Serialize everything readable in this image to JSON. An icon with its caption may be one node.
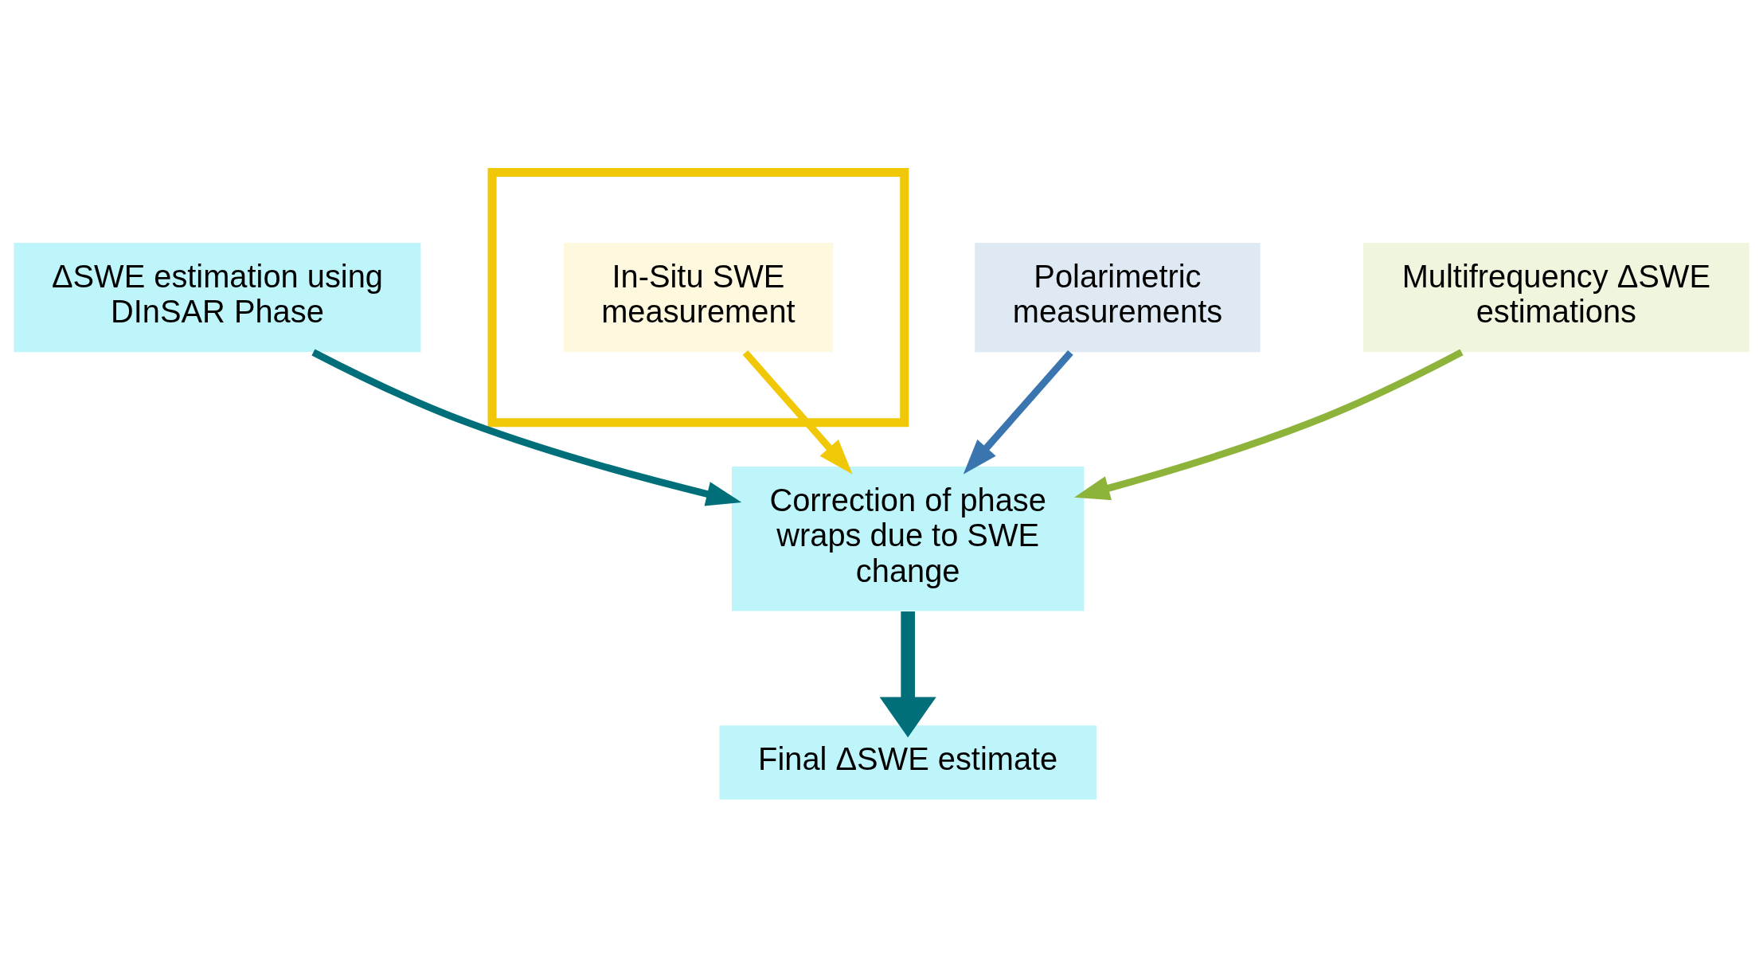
{
  "diagram": {
    "nodes": [
      {
        "text": [
          "ΔSWE estimation using DInSAR Phase"
        ]
      },
      {
        "text": [],
        "shape": "box"
      },
      {
        "text": [
          "In-Situ SWE measurement"
        ],
        "in": 1
      },
      {
        "text": [
          "Polarimetric measurements"
        ]
      },
      {
        "text": [
          "Correction of phase wraps due to SWE change"
        ]
      },
      {
        "text": [
          "Multifrequency ΔSWE estimations"
        ]
      },
      {
        "text": [
          "Final ΔSWE estimate"
        ]
      }
    ],
    "edges": [
      {
        "from": 0,
        "to": 4,
        "arrow": "to",
        "color": "#006f7a"
      },
      {
        "from": 2,
        "to": 4,
        "arrow": "to",
        "color": "#f0c808"
      },
      {
        "from": 3,
        "to": 4,
        "arrow": "to",
        "color": "#3a75b0"
      },
      {
        "from": 5,
        "to": 4,
        "arrow": "to",
        "color": "#8db33a"
      },
      {
        "from": 4,
        "to": 6,
        "arrow": "to",
        "style": "thick",
        "color": "#006f7a"
      }
    ]
  }
}
